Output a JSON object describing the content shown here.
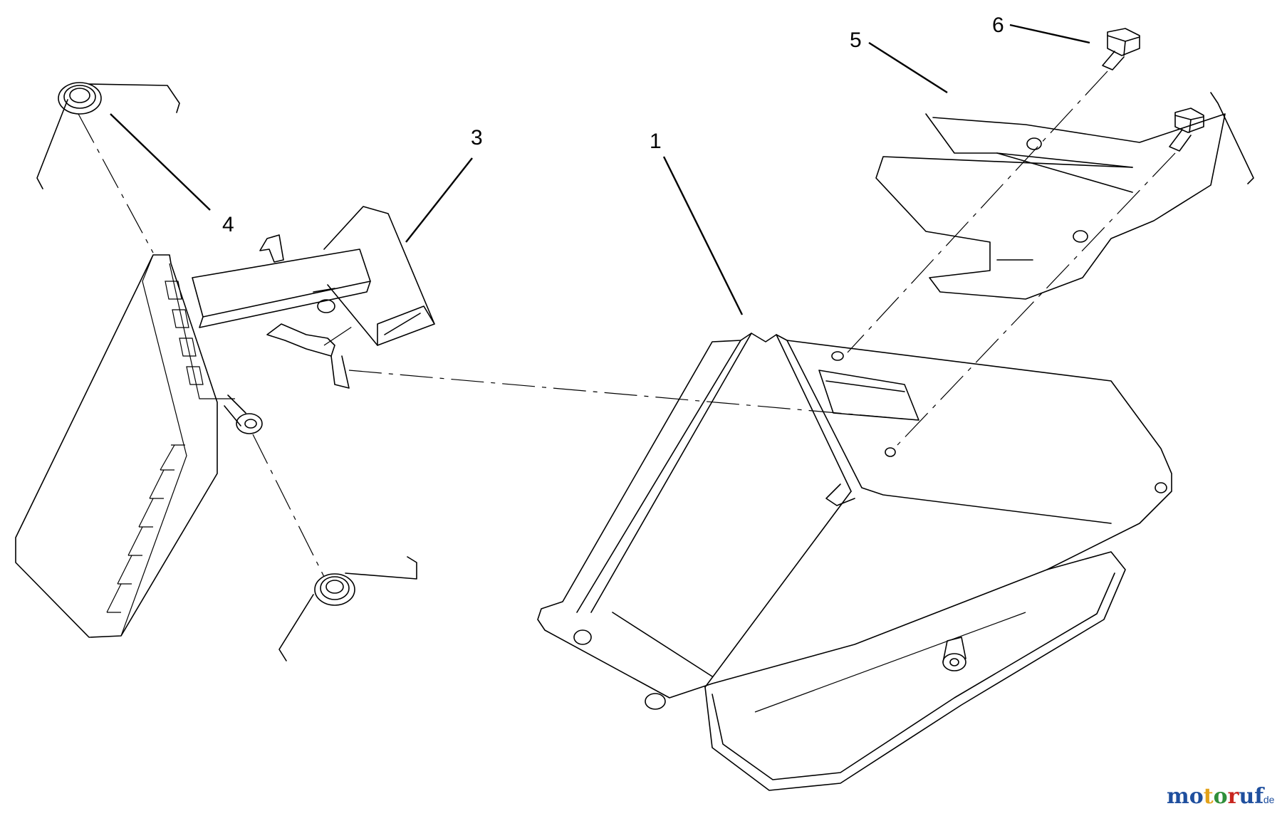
{
  "callouts": {
    "part1": "1",
    "part3": "3",
    "part4": "4",
    "part5": "5",
    "part6": "6"
  },
  "watermark": {
    "brand": "motoruf",
    "suffix": ".de",
    "colors": [
      "#1f4f9e",
      "#e3a21a",
      "#2f8f3a",
      "#c8261f"
    ]
  }
}
